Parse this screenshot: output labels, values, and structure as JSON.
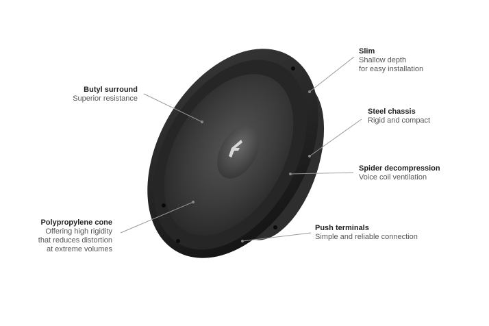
{
  "callouts": {
    "slim": {
      "title": "Slim",
      "lines": [
        "Shallow depth",
        "for easy installation"
      ]
    },
    "butyl": {
      "title": "Butyl surround",
      "lines": [
        "Superior resistance"
      ]
    },
    "steel": {
      "title": "Steel chassis",
      "lines": [
        "Rigid and compact"
      ]
    },
    "spider": {
      "title": "Spider decompression",
      "lines": [
        "Voice coil ventilation"
      ]
    },
    "cone": {
      "title": "Polypropylene cone",
      "lines": [
        "Offering high rigidity",
        "that reduces distortion",
        "at extreme volumes"
      ]
    },
    "push": {
      "title": "Push terminals",
      "lines": [
        "Simple and reliable connection"
      ]
    }
  },
  "colors": {
    "frame_dark": "#1c1c1c",
    "surround": "#2a2a2a",
    "cone": "#3a3a3a",
    "dustcap": "#4a4a4a",
    "leader": "#999999"
  }
}
